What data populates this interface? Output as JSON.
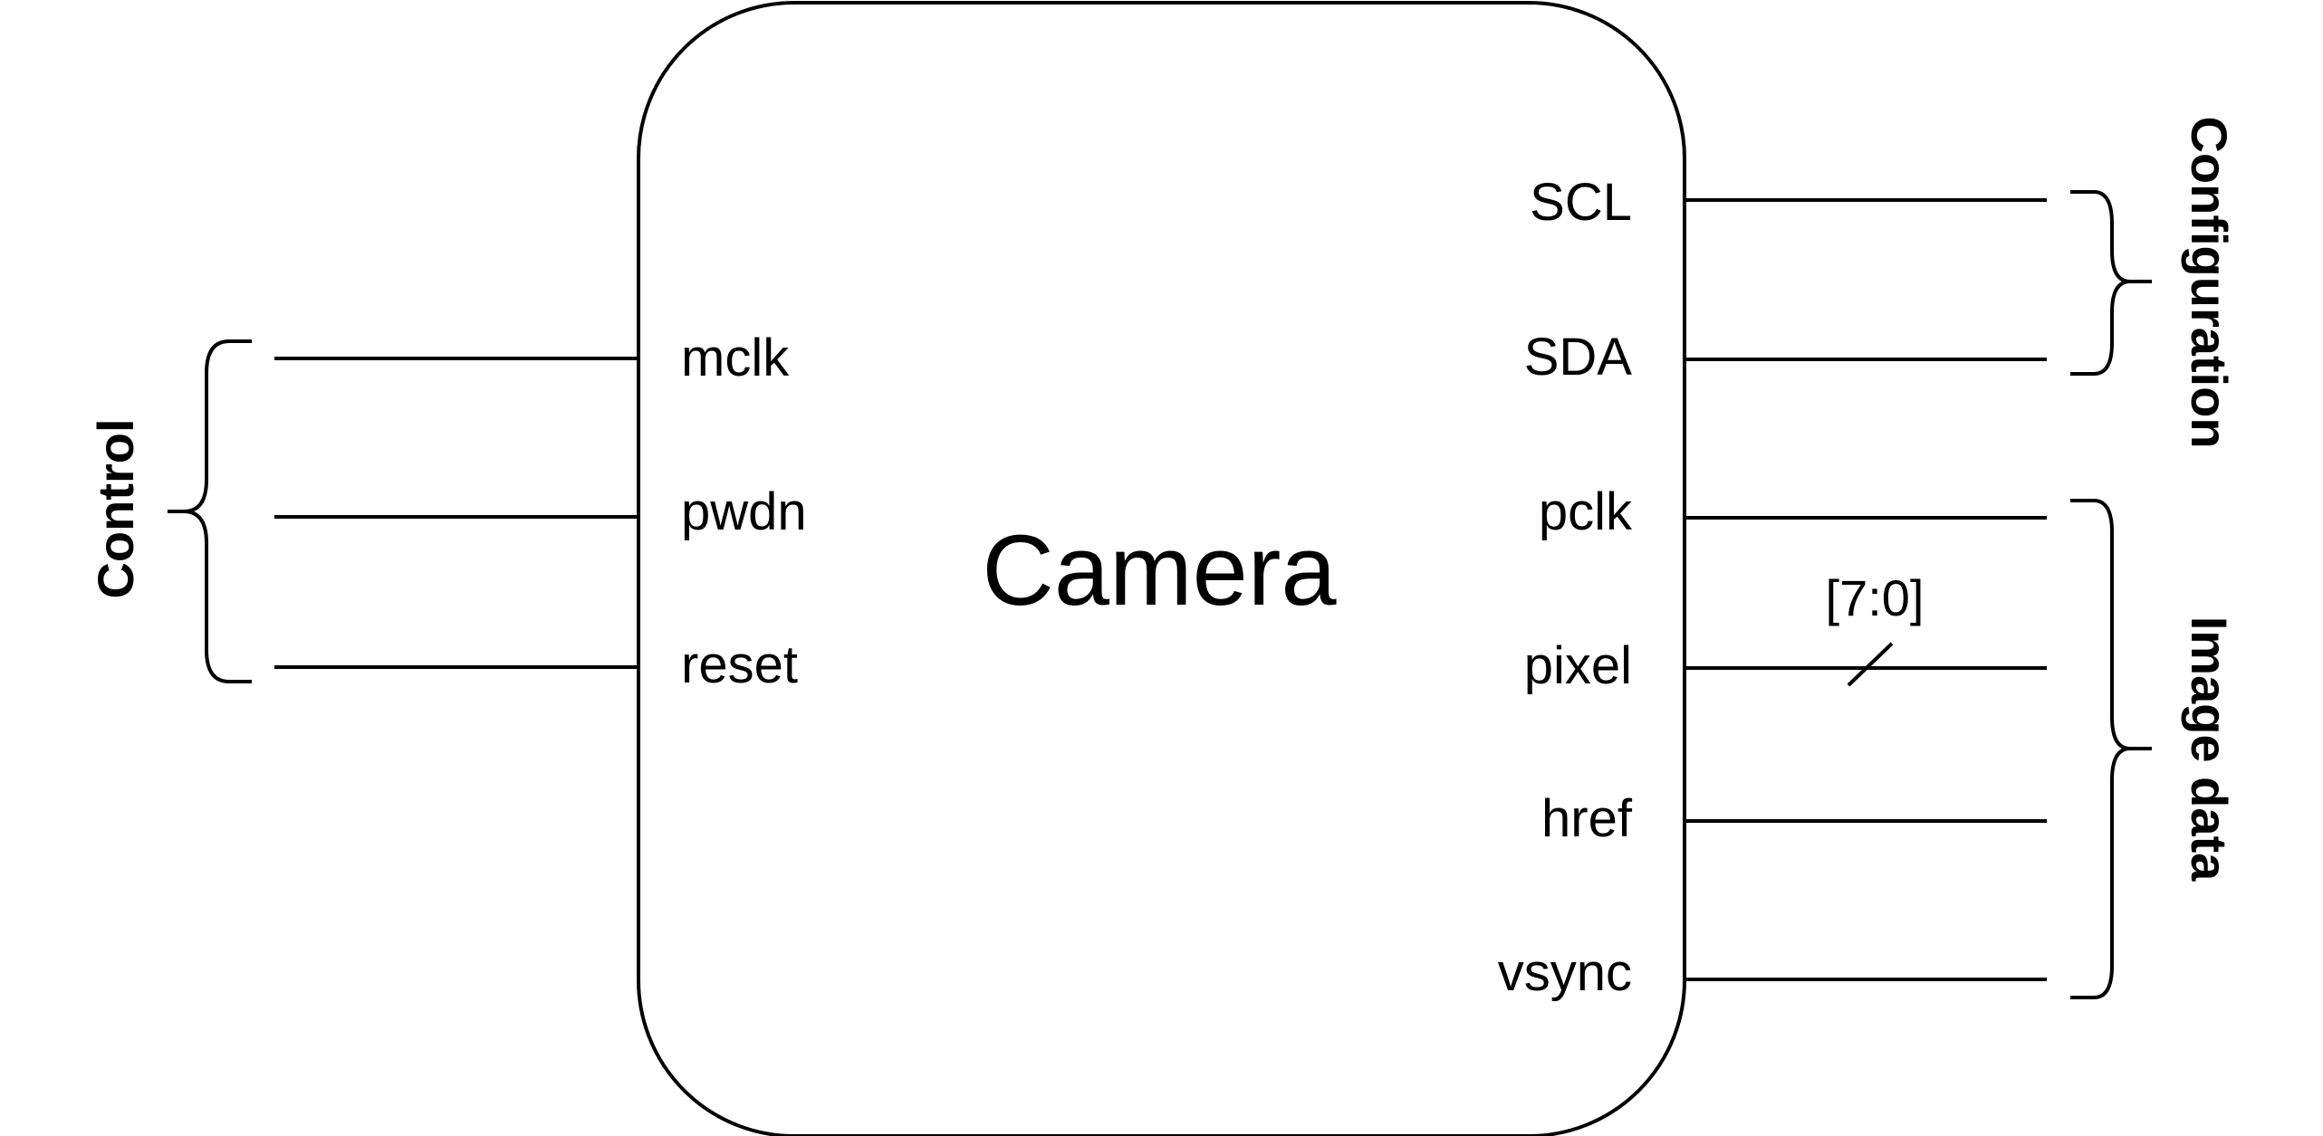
{
  "block": {
    "title": "Camera"
  },
  "left_pins": [
    {
      "label": "mclk"
    },
    {
      "label": "pwdn"
    },
    {
      "label": "reset"
    }
  ],
  "right_pins": [
    {
      "label": "SCL"
    },
    {
      "label": "SDA"
    },
    {
      "label": "pclk"
    },
    {
      "label": "pixel",
      "bus_width_label": "[7:0]"
    },
    {
      "label": "href"
    },
    {
      "label": "vsync"
    }
  ],
  "groups": {
    "control": "Control",
    "configuration": "Configuration",
    "image_data": "Image data"
  }
}
